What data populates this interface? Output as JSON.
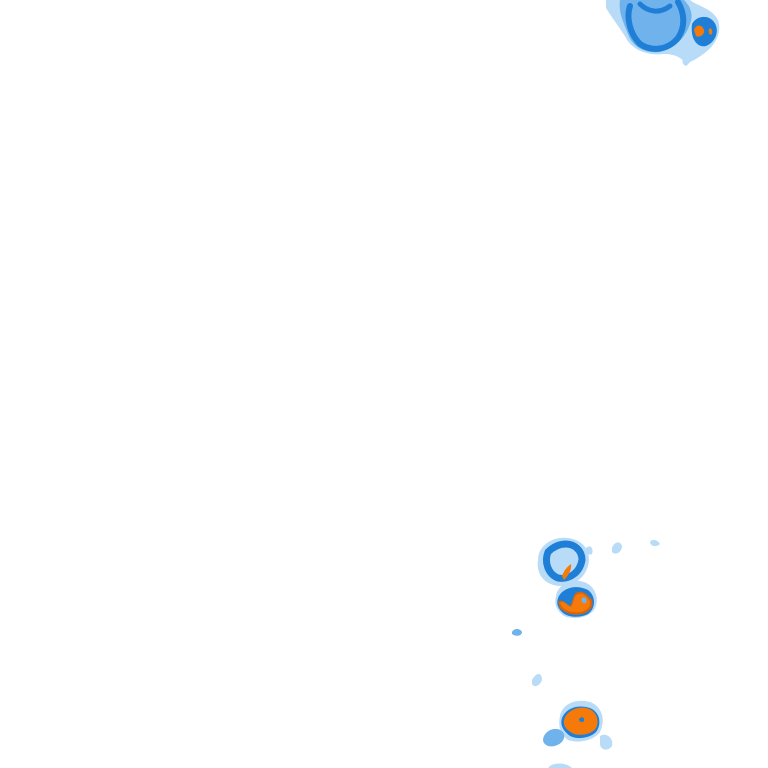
{
  "map": {
    "layer": "precipitation-radar-tile",
    "background_color": "#ffffff",
    "intensity_colors": {
      "light": "#b8dcf8",
      "moderate": "#6fb2ec",
      "heavy": "#1f7fd6",
      "very_heavy": "#0b5fb8",
      "extreme": "#f57a0a",
      "extreme_edge": "#d8650a"
    },
    "cells": [
      {
        "name": "storm-cell-northeast",
        "peak_intensity": "extreme"
      },
      {
        "name": "storm-cell-east-upper",
        "peak_intensity": "extreme"
      },
      {
        "name": "storm-cell-east-middle",
        "peak_intensity": "extreme"
      },
      {
        "name": "storm-cell-southeast",
        "peak_intensity": "extreme"
      },
      {
        "name": "rain-fragments",
        "peak_intensity": "moderate"
      }
    ]
  }
}
